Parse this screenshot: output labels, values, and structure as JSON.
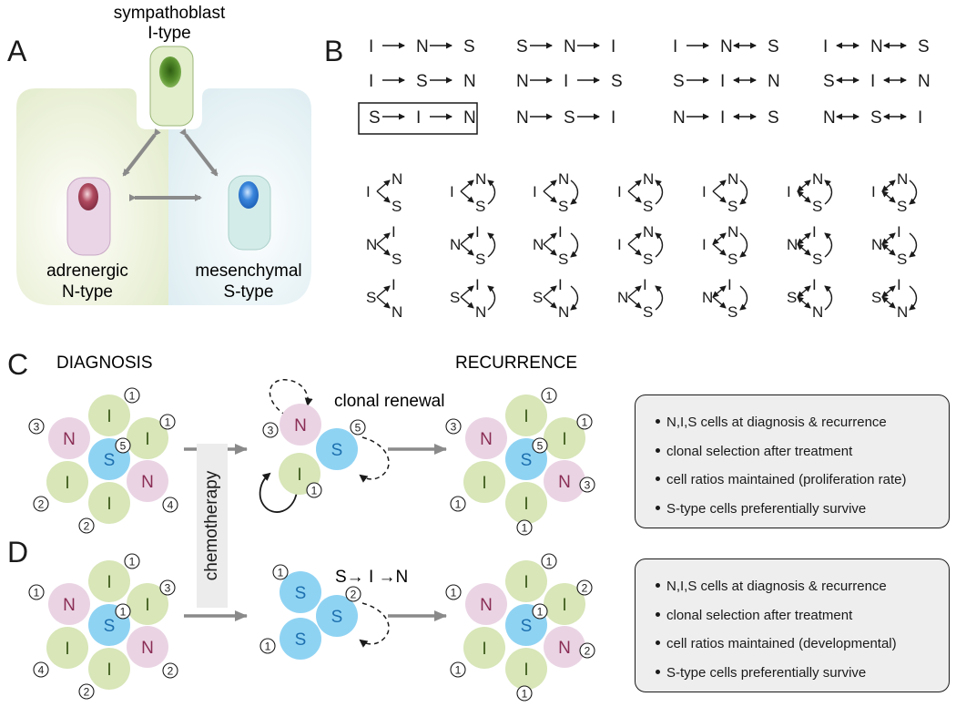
{
  "panel_letters": {
    "a": "A",
    "b": "B",
    "c": "C",
    "d": "D"
  },
  "panel_a": {
    "sympathoblast_line1": "sympathoblast",
    "sympathoblast_line2": "I-type",
    "adrenergic_line1": "adrenergic",
    "adrenergic_line2": "N-type",
    "mesenchymal_line1": "mesenchymal",
    "mesenchymal_line2": "S-type",
    "colors": {
      "n_region": "#e7edd3",
      "s_region": "#e3eff3",
      "i_cell": "#dbe9c2",
      "i_nucleus": "#4f8a2a",
      "n_cell": "#e6d3e5",
      "n_nucleus": "#9b3a4f",
      "s_cell": "#d4ecea",
      "s_nucleus": "#2e7bd1",
      "arrow": "#8a8a8a"
    }
  },
  "panel_b": {
    "linear_row1": [
      [
        "I",
        "N",
        "S"
      ],
      [
        "S",
        "N",
        "I"
      ],
      [
        "I",
        "N",
        "S"
      ],
      [
        "I",
        "N",
        "S"
      ]
    ],
    "linear_row2": [
      [
        "I",
        "S",
        "N"
      ],
      [
        "N",
        "I",
        "S"
      ],
      [
        "S",
        "I",
        "N"
      ],
      [
        "S",
        "I",
        "N"
      ]
    ],
    "linear_row3": [
      [
        "S",
        "I",
        "N"
      ],
      [
        "N",
        "S",
        "I"
      ],
      [
        "N",
        "I",
        "S"
      ],
      [
        "N",
        "S",
        "I"
      ]
    ],
    "boxed_label": "S→I→N",
    "branch_rows": [
      {
        "source": "I",
        "top": "N",
        "bottom": "S"
      },
      {
        "source": "N",
        "top": "I",
        "bottom": "S"
      },
      {
        "source": "S",
        "top": "I",
        "bottom": "N"
      }
    ],
    "branch_row1_variants": [
      [
        "I",
        "N",
        "S"
      ],
      [
        "I",
        "N",
        "S"
      ],
      [
        "I",
        "N",
        "S"
      ],
      [
        "I",
        "N",
        "S"
      ],
      [
        "I",
        "N",
        "S"
      ],
      [
        "I",
        "N",
        "S"
      ],
      [
        "I",
        "N",
        "S"
      ]
    ],
    "branch_row2_variants": [
      [
        "N",
        "I",
        "S"
      ],
      [
        "N",
        "I",
        "S"
      ],
      [
        "N",
        "I",
        "S"
      ],
      [
        "I",
        "N",
        "S"
      ],
      [
        "I",
        "N",
        "S"
      ],
      [
        "N",
        "I",
        "S"
      ],
      [
        "N",
        "I",
        "S"
      ]
    ],
    "branch_row3_variants": [
      [
        "S",
        "I",
        "N"
      ],
      [
        "S",
        "I",
        "N"
      ],
      [
        "S",
        "I",
        "N"
      ],
      [
        "N",
        "I",
        "S"
      ],
      [
        "N",
        "I",
        "S"
      ],
      [
        "S",
        "I",
        "N"
      ],
      [
        "S",
        "I",
        "N"
      ]
    ]
  },
  "panel_c": {
    "diagnosis": "DIAGNOSIS",
    "recurrence": "RECURRENCE",
    "clonal_renewal": "clonal renewal",
    "notes": [
      "N,I,S cells at diagnosis & recurrence",
      "clonal selection after treatment",
      "cell ratios maintained (proliferation rate)",
      "S-type cells preferentially survive"
    ]
  },
  "panel_d": {
    "chemotherapy": "chemotherapy",
    "hierarchy_label": "S→ I →N",
    "notes": [
      "N,I,S cells at diagnosis & recurrence",
      "clonal selection after treatment",
      "cell ratios maintained (developmental)",
      "S-type cells preferentially survive"
    ]
  },
  "cell_letters": {
    "i": "I",
    "n": "N",
    "s": "S"
  },
  "clone_numbers": {
    "one": "1",
    "two": "2",
    "three": "3",
    "four": "4",
    "five": "5"
  },
  "cell_colors": {
    "i": "#d8e6b8",
    "n": "#ead4e4",
    "s": "#8fd3f3",
    "i_text": "#3c5a1a",
    "n_text": "#8a2d55",
    "s_text": "#1c6fae"
  }
}
